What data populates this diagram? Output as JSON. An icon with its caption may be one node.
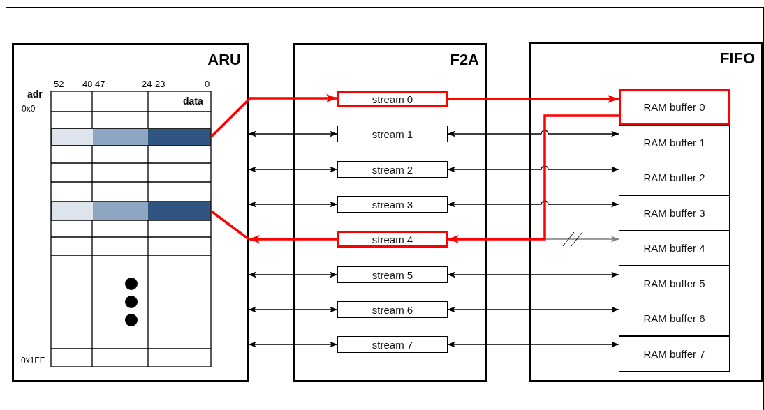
{
  "diagram": {
    "nodes": [
      {
        "text": [
          "ARU"
        ]
      },
      {
        "text": [],
        "shape": "bar",
        "in": 0
      },
      {
        "text": [],
        "shape": "bar",
        "in": 0
      },
      {
        "text": [
          "F2A"
        ]
      },
      {
        "text": [
          "stream 0"
        ],
        "in": 3
      },
      {
        "text": [
          "stream 1"
        ],
        "in": 3
      },
      {
        "text": [
          "stream 2"
        ],
        "in": 3
      },
      {
        "text": [
          "stream 3"
        ],
        "in": 3
      },
      {
        "text": [
          "stream 4"
        ],
        "in": 3
      },
      {
        "text": [
          "stream 5"
        ],
        "in": 3
      },
      {
        "text": [
          "stream 6"
        ],
        "in": 3
      },
      {
        "text": [
          "stream 7"
        ],
        "in": 3
      },
      {
        "text": [
          "FIFO"
        ]
      },
      {
        "text": [
          "RAM buffer 0"
        ],
        "in": 12
      },
      {
        "text": [
          "RAM buffer 1"
        ],
        "in": 12
      },
      {
        "text": [
          "RAM buffer 2"
        ],
        "in": 12
      },
      {
        "text": [
          "RAM buffer 3"
        ],
        "in": 12
      },
      {
        "text": [
          "RAM buffer 4"
        ],
        "in": 12
      },
      {
        "text": [
          "RAM buffer 5"
        ],
        "in": 12
      },
      {
        "text": [
          "RAM buffer 6"
        ],
        "in": 12
      },
      {
        "text": [
          "RAM buffer 7"
        ],
        "in": 12
      }
    ],
    "edges": [
      {
        "from": 1,
        "to": 4,
        "arrow": "to",
        "style": "thick",
        "color": "#ff0000"
      },
      {
        "from": 0,
        "to": 5,
        "arrow": "both"
      },
      {
        "from": 0,
        "to": 6,
        "arrow": "both"
      },
      {
        "from": 0,
        "to": 7,
        "arrow": "both"
      },
      {
        "from": 8,
        "to": 0,
        "arrow": "to",
        "style": "thick",
        "color": "#ff0000"
      },
      {
        "from": 0,
        "to": 9,
        "arrow": "both"
      },
      {
        "from": 0,
        "to": 10,
        "arrow": "both"
      },
      {
        "from": 0,
        "to": 11,
        "arrow": "both"
      },
      {
        "from": 4,
        "to": 13,
        "arrow": "to",
        "style": "thick",
        "color": "#ff0000"
      },
      {
        "from": 5,
        "to": 14,
        "arrow": "both"
      },
      {
        "from": 6,
        "to": 15,
        "arrow": "both"
      },
      {
        "from": 7,
        "to": 16,
        "arrow": "both"
      },
      {
        "from": 13,
        "to": 17,
        "arrow": "to",
        "color": "#808080"
      },
      {
        "from": 13,
        "to": 8,
        "arrow": "to",
        "style": "thick",
        "color": "#ff0000"
      },
      {
        "from": 9,
        "to": 18,
        "arrow": "both"
      },
      {
        "from": 10,
        "to": 19,
        "arrow": "both"
      },
      {
        "from": 11,
        "to": 20,
        "arrow": "both"
      },
      {
        "from": 0,
        "to": 2,
        "arrow": "none",
        "style": "thick",
        "color": "#ff0000"
      }
    ],
    "labels": [
      "52",
      "48",
      "47",
      "24",
      "23",
      "0",
      "adr",
      "data",
      "0x0",
      "0x1FF"
    ]
  }
}
